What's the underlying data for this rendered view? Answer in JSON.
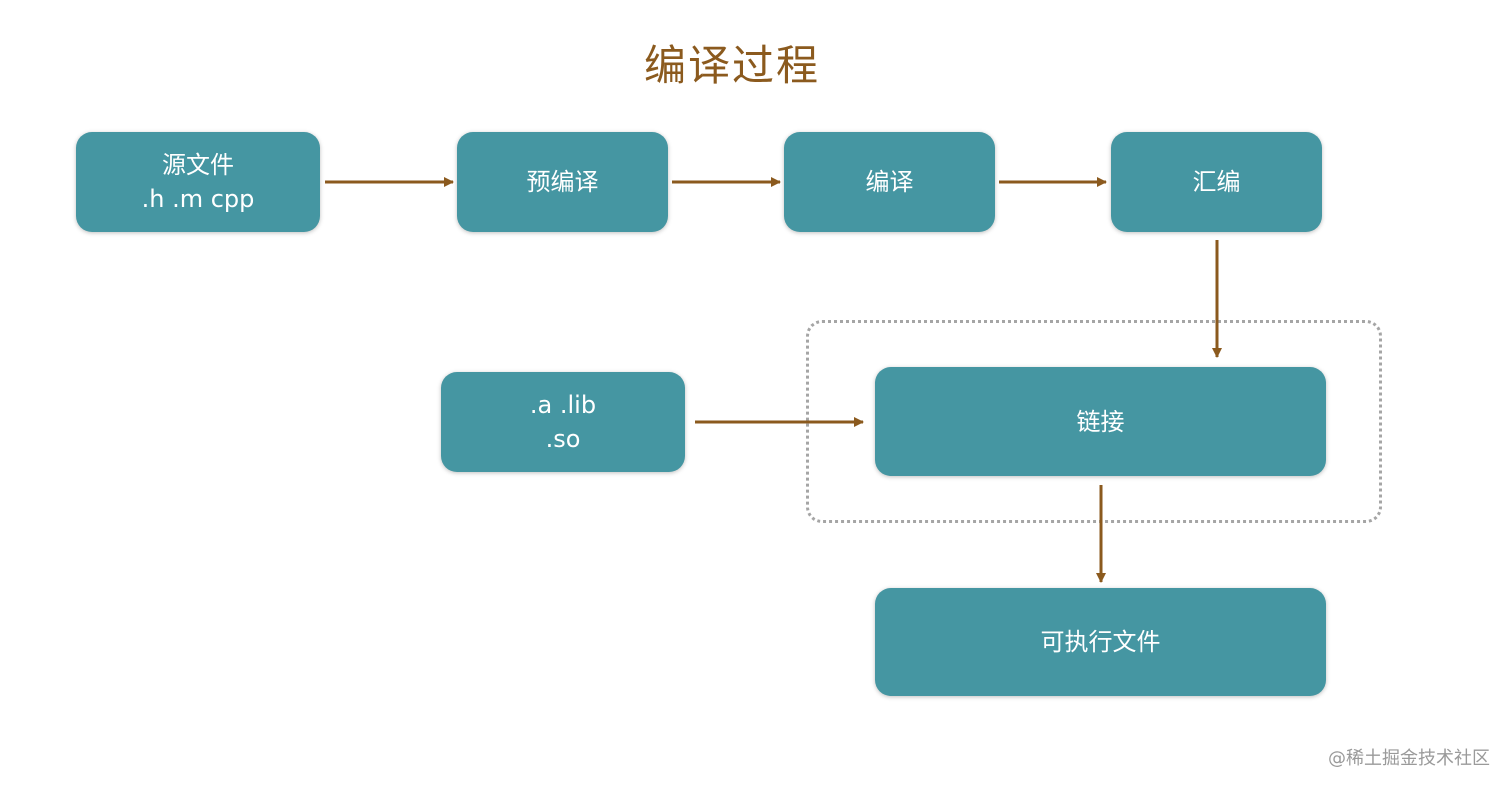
{
  "title": "编译过程",
  "nodes": {
    "source": {
      "line1": "源文件",
      "line2": ".h .m cpp"
    },
    "preprocess": {
      "label": "预编译"
    },
    "compile": {
      "label": "编译"
    },
    "assemble": {
      "label": "汇编"
    },
    "libs": {
      "line1": ".a .lib",
      "line2": ".so"
    },
    "link": {
      "label": "链接"
    },
    "executable": {
      "label": "可执行文件"
    }
  },
  "colors": {
    "node_fill": "#4596a2",
    "arrow": "#8b5a1e",
    "title": "#8b5a1e",
    "frame": "#a5a5a5"
  },
  "watermark": "@稀土掘金技术社区"
}
